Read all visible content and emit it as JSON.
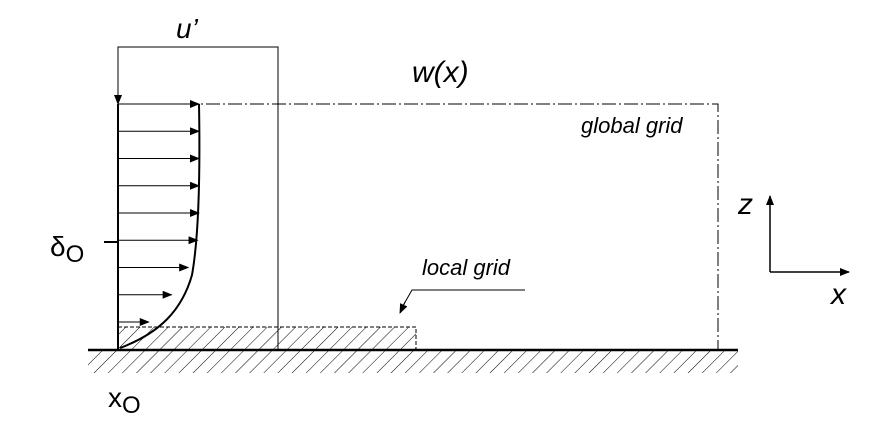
{
  "labels": {
    "u_prime": "u’",
    "w_x": "w(x)",
    "global_grid": "global grid",
    "local_grid": "local grid",
    "delta_o": "δO",
    "x_o": "xO",
    "axis_z": "z",
    "axis_x": "x"
  },
  "profile": {
    "arrow_count": 9
  }
}
